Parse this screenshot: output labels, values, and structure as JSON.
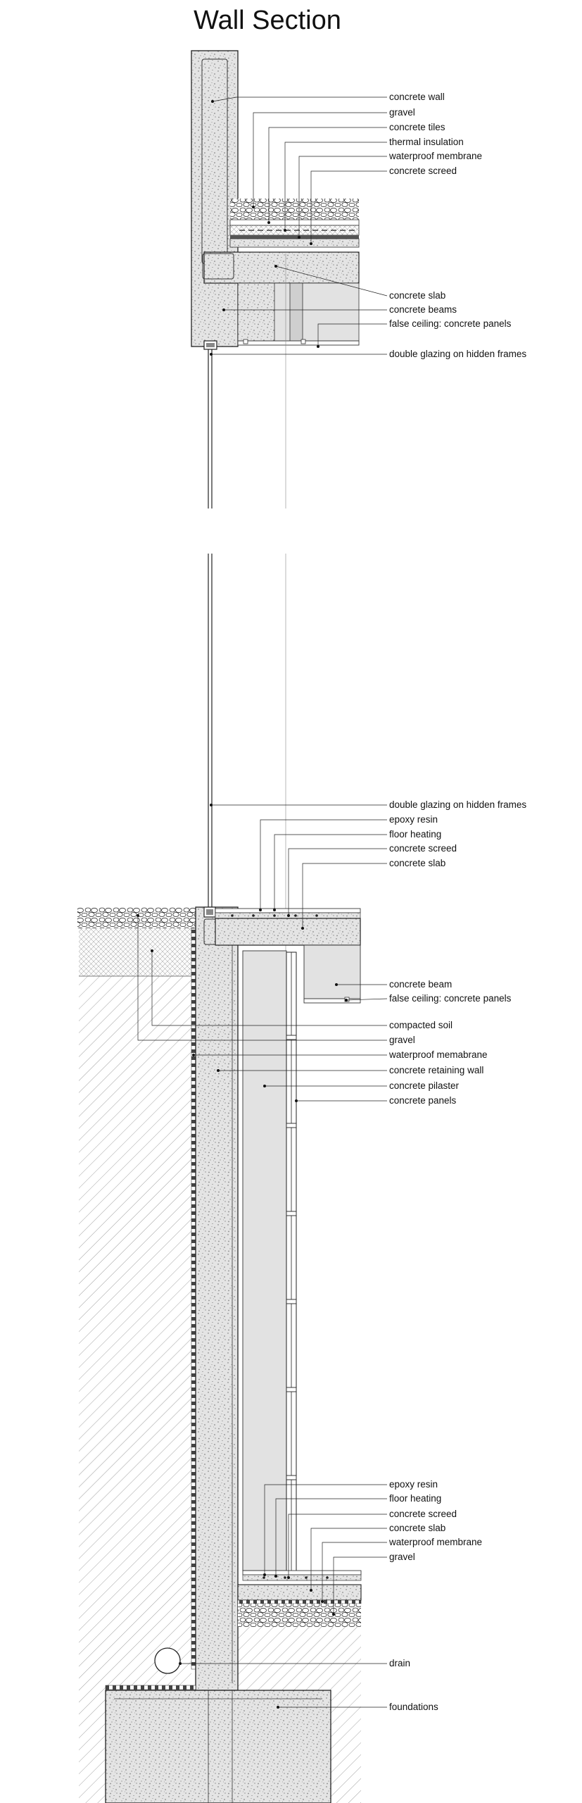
{
  "title": "Wall Section",
  "top_labels": [
    "concrete wall",
    "gravel",
    "concrete tiles",
    "thermal insulation",
    "waterproof membrane",
    "concrete screed",
    "concrete slab",
    "concrete beams",
    "false ceiling: concrete panels",
    "double glazing on hidden frames"
  ],
  "mid_labels": [
    "double glazing on hidden frames",
    "epoxy resin",
    "floor heating",
    "concrete screed",
    "concrete slab",
    "concrete beam",
    "false ceiling: concrete panels",
    "compacted soil",
    "gravel",
    "waterproof memabrane",
    "concrete retaining wall",
    "concrete pilaster",
    "concrete panels"
  ],
  "bottom_labels": [
    "epoxy resin",
    "floor heating",
    "concrete screed",
    "concrete slab",
    "waterproof membrane",
    "gravel",
    "drain",
    "foundations"
  ]
}
